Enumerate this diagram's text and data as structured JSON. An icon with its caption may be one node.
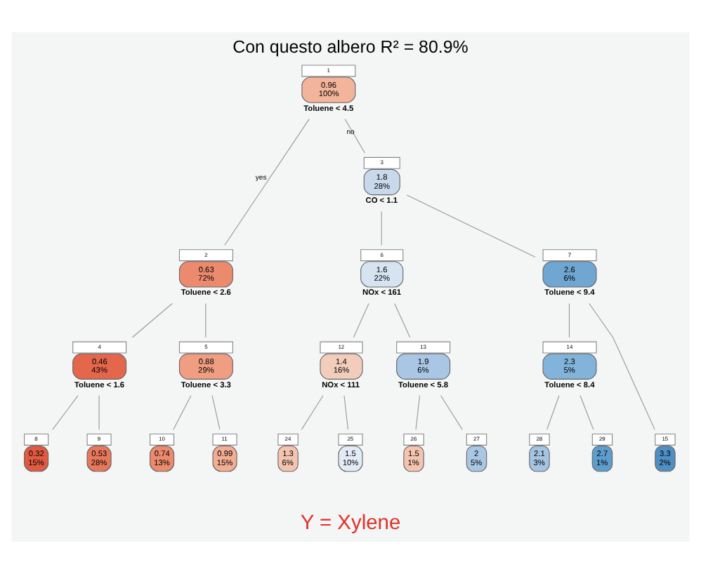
{
  "diagram": {
    "title": "Con questo albero R² = 80.9%",
    "caption": "Y = Xylene",
    "nodes": [
      {
        "text": [
          "0.96",
          "100%"
        ],
        "beside": [
          "1",
          "Toluene < 4.5"
        ]
      },
      {
        "text": [
          "0.63",
          "72%"
        ],
        "beside": [
          "2",
          "Toluene < 2.6"
        ]
      },
      {
        "text": [
          "1.8",
          "28%"
        ],
        "beside": [
          "3",
          "CO < 1.1"
        ]
      },
      {
        "text": [
          "0.46",
          "43%"
        ],
        "beside": [
          "4",
          "Toluene < 1.6"
        ]
      },
      {
        "text": [
          "0.88",
          "29%"
        ],
        "beside": [
          "5",
          "Toluene < 3.3"
        ]
      },
      {
        "text": [
          "1.6",
          "22%"
        ],
        "beside": [
          "6",
          "NOx < 161"
        ]
      },
      {
        "text": [
          "2.6",
          "6%"
        ],
        "beside": [
          "7",
          "Toluene < 9.4"
        ]
      },
      {
        "text": [
          "1.4",
          "16%"
        ],
        "beside": [
          "12",
          "NOx < 111"
        ]
      },
      {
        "text": [
          "1.9",
          "6%"
        ],
        "beside": [
          "13",
          "Toluene < 5.8"
        ]
      },
      {
        "text": [
          "2.3",
          "5%"
        ],
        "beside": [
          "14",
          "Toluene < 8.4"
        ]
      },
      {
        "text": [
          "0.32",
          "15%"
        ],
        "beside": [
          "8"
        ]
      },
      {
        "text": [
          "0.53",
          "28%"
        ],
        "beside": [
          "9"
        ]
      },
      {
        "text": [
          "0.74",
          "13%"
        ],
        "beside": [
          "10"
        ]
      },
      {
        "text": [
          "0.99",
          "15%"
        ],
        "beside": [
          "11"
        ]
      },
      {
        "text": [
          "1.3",
          "6%"
        ],
        "beside": [
          "24"
        ]
      },
      {
        "text": [
          "1.5",
          "10%"
        ],
        "beside": [
          "25"
        ]
      },
      {
        "text": [
          "1.5",
          "1%"
        ],
        "beside": [
          "26"
        ]
      },
      {
        "text": [
          "2",
          "5%"
        ],
        "beside": [
          "27"
        ]
      },
      {
        "text": [
          "2.1",
          "3%"
        ],
        "beside": [
          "28"
        ]
      },
      {
        "text": [
          "2.7",
          "1%"
        ],
        "beside": [
          "29"
        ]
      },
      {
        "text": [
          "3.3",
          "2%"
        ],
        "beside": [
          "15"
        ]
      }
    ],
    "edges": [
      {
        "from": 0,
        "to": 1,
        "arrow": "none",
        "label": "yes"
      },
      {
        "from": 0,
        "to": 2,
        "arrow": "none",
        "label": "no"
      },
      {
        "from": 1,
        "to": 3,
        "arrow": "none"
      },
      {
        "from": 1,
        "to": 4,
        "arrow": "none"
      },
      {
        "from": 2,
        "to": 5,
        "arrow": "none"
      },
      {
        "from": 2,
        "to": 6,
        "arrow": "none"
      },
      {
        "from": 3,
        "to": 10,
        "arrow": "none"
      },
      {
        "from": 3,
        "to": 11,
        "arrow": "none"
      },
      {
        "from": 4,
        "to": 12,
        "arrow": "none"
      },
      {
        "from": 4,
        "to": 13,
        "arrow": "none"
      },
      {
        "from": 5,
        "to": 7,
        "arrow": "none"
      },
      {
        "from": 5,
        "to": 8,
        "arrow": "none"
      },
      {
        "from": 6,
        "to": 9,
        "arrow": "none"
      },
      {
        "from": 6,
        "to": 20,
        "arrow": "none"
      },
      {
        "from": 7,
        "to": 14,
        "arrow": "none"
      },
      {
        "from": 7,
        "to": 15,
        "arrow": "none"
      },
      {
        "from": 8,
        "to": 16,
        "arrow": "none"
      },
      {
        "from": 8,
        "to": 17,
        "arrow": "none"
      },
      {
        "from": 9,
        "to": 18,
        "arrow": "none"
      },
      {
        "from": 9,
        "to": 19,
        "arrow": "none"
      }
    ]
  }
}
